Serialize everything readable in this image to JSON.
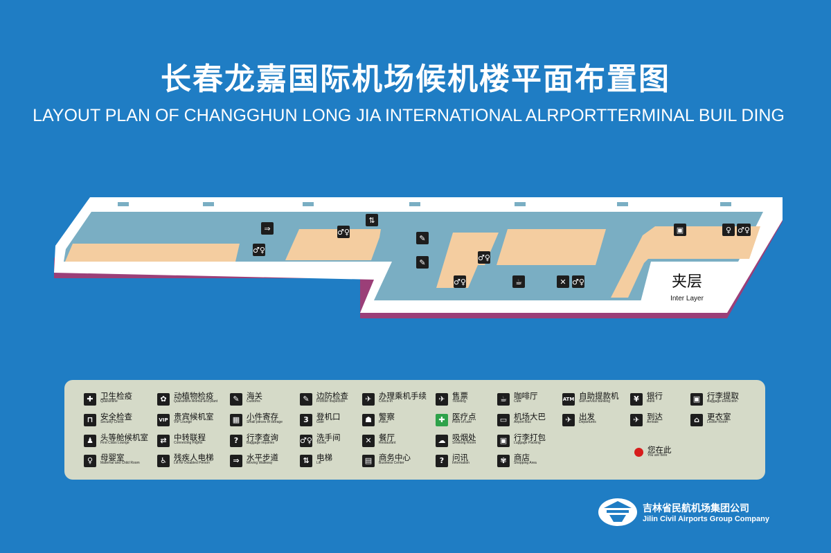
{
  "title_cn": "长春龙嘉国际机场候机楼平面布置图",
  "title_en": "LAYOUT PLAN OF CHANGGHUN LONG JIA INTERNATIONAL ALRPORTTERMINAL BUIL DING",
  "map": {
    "layer_cn": "夹层",
    "layer_en": "Inter Layer"
  },
  "colors": {
    "background": "#1f7dc4",
    "floor": "#7aaec3",
    "rooms": "#f4cda0",
    "walls": "#ffffff",
    "base": "#9b3f78"
  },
  "legend": [
    {
      "icon": "quarantine-icon",
      "glyph": "✚",
      "cn": "卫生检疫",
      "en": "Quarantine"
    },
    {
      "icon": "security-check-icon",
      "glyph": "⊓",
      "cn": "安全检查",
      "en": "Security Check"
    },
    {
      "icon": "first-class-lounge-icon",
      "glyph": "♟",
      "cn": "头等舱候机室",
      "en": "First Class Lounge"
    },
    {
      "icon": "maternal-child-icon",
      "glyph": "♀",
      "cn": "母婴室",
      "en": "Maternal  and  Child Room"
    },
    {
      "icon": "animal-plant-quarantine-icon",
      "glyph": "✿",
      "cn": "动植物检疫",
      "en": "Quarantine  Animal and plant"
    },
    {
      "icon": "vip-icon",
      "glyph": "VIP",
      "cn": "贵宾候机室",
      "en": "VIP Lounge"
    },
    {
      "icon": "connecting-flights-icon",
      "glyph": "⇄",
      "cn": "中转联程",
      "en": "Connecting Flights"
    },
    {
      "icon": "disabled-lift-icon",
      "glyph": "♿",
      "cn": "残疾人电梯",
      "en": "Lift for Disabled Person"
    },
    {
      "icon": "customs-icon",
      "glyph": "✎",
      "cn": "海关",
      "en": "Customs"
    },
    {
      "icon": "storage-icon",
      "glyph": "▦",
      "cn": "小件寄存",
      "en": "Small pieces of storage"
    },
    {
      "icon": "baggage-inquiries-icon",
      "glyph": "?",
      "cn": "行李查询",
      "en": "Baggage inquiries"
    },
    {
      "icon": "moving-walkway-icon",
      "glyph": "⇒",
      "cn": "水平步道",
      "en": "Moving Walkway"
    },
    {
      "icon": "frontier-inspection-icon",
      "glyph": "✎",
      "cn": "边防检查",
      "en": "Frontier inspection"
    },
    {
      "icon": "gate-icon",
      "glyph": "3",
      "cn": "登机口",
      "en": "Gate"
    },
    {
      "icon": "toilets-icon",
      "glyph": "♂♀",
      "cn": "洗手间",
      "en": "Toilets"
    },
    {
      "icon": "lift-icon",
      "glyph": "⇅",
      "cn": "电梯",
      "en": "Lift"
    },
    {
      "icon": "check-in-icon",
      "glyph": "✈",
      "cn": "办理乘机手续",
      "en": "Check-in"
    },
    {
      "icon": "police-icon",
      "glyph": "☗",
      "cn": "警察",
      "en": "Police"
    },
    {
      "icon": "restaurant-icon",
      "glyph": "✕",
      "cn": "餐厅",
      "en": "Restaurant"
    },
    {
      "icon": "business-center-icon",
      "glyph": "▤",
      "cn": "商务中心",
      "en": "Business Center"
    },
    {
      "icon": "ticketing-icon",
      "glyph": "✈",
      "cn": "售票",
      "en": "Ticketing"
    },
    {
      "icon": "first-aid-icon",
      "glyph": "✚",
      "cn": "医疗点",
      "en": "Point of care"
    },
    {
      "icon": "smoking-room-icon",
      "glyph": "☁",
      "cn": "吸烟处",
      "en": "Smoking Room"
    },
    {
      "icon": "information-icon",
      "glyph": "?",
      "cn": "问讯",
      "en": "Information"
    },
    {
      "icon": "cafe-icon",
      "glyph": "☕",
      "cn": "咖啡厅",
      "en": "Cafe"
    },
    {
      "icon": "airport-bus-icon",
      "glyph": "▭",
      "cn": "机场大巴",
      "en": "Airport Bus"
    },
    {
      "icon": "luggage-packing-icon",
      "glyph": "▣",
      "cn": "行李打包",
      "en": "Luggage Packing"
    },
    {
      "icon": "shopping-area-icon",
      "glyph": "✾",
      "cn": "商店",
      "en": "Shopping Area"
    },
    {
      "icon": "atm-icon",
      "glyph": "ATM",
      "cn": "自助提款机",
      "en": "Self-service banking"
    },
    {
      "icon": "departures-icon",
      "glyph": "✈",
      "cn": "出发",
      "en": "Departures"
    },
    {
      "icon": "bank-icon",
      "glyph": "¥",
      "cn": "银行",
      "en": "Bank"
    },
    {
      "icon": "arrivals-icon",
      "glyph": "✈",
      "cn": "到达",
      "en": "Arrivals"
    },
    {
      "icon": "baggage-extraction-icon",
      "glyph": "▣",
      "cn": "行李提取",
      "en": "Baggage Extraction"
    },
    {
      "icon": "locker-room-icon",
      "glyph": "⌂",
      "cn": "更衣室",
      "en": "Locker Room"
    }
  ],
  "you_are_here": {
    "cn": "您在此",
    "en": "You are here"
  },
  "company": {
    "cn": "吉林省民航机场集团公司",
    "en": "Jilin Civil Airports Group Company"
  }
}
